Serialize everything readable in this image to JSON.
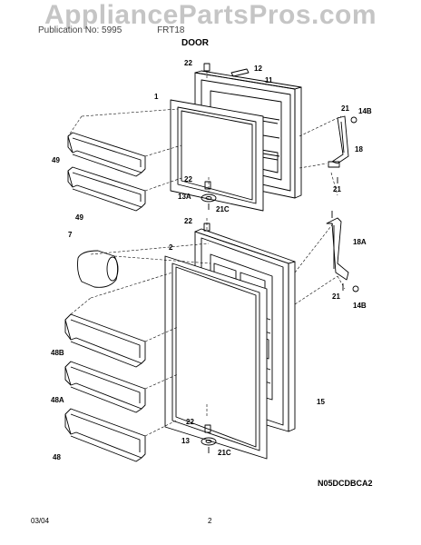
{
  "watermark": "AppliancePartsPros.com",
  "header": {
    "left_text": "Publication No: 5995",
    "right_text": "FRT18"
  },
  "section_title": "DOOR",
  "drawing_code": "N05DCDBCA2",
  "footer": {
    "date": "03/04",
    "page": "2"
  },
  "labels": {
    "l22a": "22",
    "l12": "12",
    "l11": "11",
    "l1": "1",
    "l21a": "21",
    "l14Ba": "14B",
    "l18": "18",
    "l49a": "49",
    "l22b": "22",
    "l13A": "13A",
    "l21Ca": "21C",
    "l21b": "21",
    "l49b": "49",
    "l22c": "22",
    "l7": "7",
    "l2": "2",
    "l18A": "18A",
    "l21c": "21",
    "l14Bb": "14B",
    "l48B": "48B",
    "l48A": "48A",
    "l15": "15",
    "l22d": "22",
    "l13": "13",
    "l21Cb": "21C",
    "l48": "48"
  }
}
